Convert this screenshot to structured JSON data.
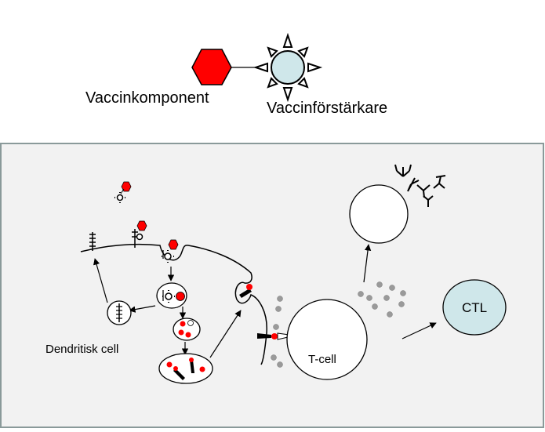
{
  "legend": {
    "component_label": "Vaccinkomponent",
    "enhancer_label": "Vaccinförstärkare"
  },
  "cells": {
    "dendritic_label": "Dendritisk cell",
    "tcell_label": "T-cell",
    "ctl_label": "CTL"
  },
  "colors": {
    "component_red": "#ff0000",
    "enhancer_fill": "#cfe7ea",
    "ctl_fill": "#cfe7ea",
    "panel_fill": "#f2f2f2",
    "panel_border": "#8a9a9a",
    "dot_gray": "#9a9a9a"
  }
}
